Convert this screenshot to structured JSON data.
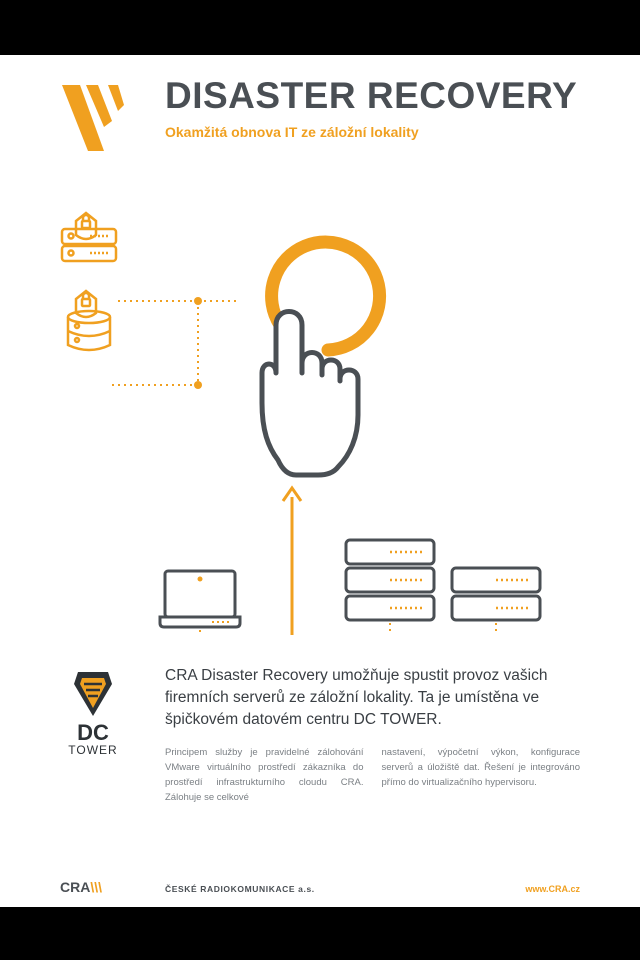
{
  "header": {
    "title": "DISASTER RECOVERY",
    "subtitle": "Okamžitá obnova IT ze záložní lokality"
  },
  "content": {
    "lead": "CRA Disaster Recovery umožňuje spustit provoz vašich firemních serverů ze záložní lokality. Ta je umístěna ve špičkovém datovém centru DC TOWER.",
    "col1": "Principem služby je pravidelné zálohování VMware virtuálního prostředí zákazníka do prostředí infrastrukturního cloudu CRA. Zálohuje se celkové",
    "col2": "nastavení, výpočetní výkon, konfigurace serverů a úložiště dat. Řešení je integrováno přímo do virtualizačního hypervisoru."
  },
  "dc_logo": {
    "line1": "DC",
    "line2": "TOWER"
  },
  "footer": {
    "logo": "CRA",
    "company": "ČESKÉ RADIOKOMUNIKACE a.s.",
    "web": "www.CRA.cz"
  },
  "colors": {
    "accent": "#f0a020",
    "dark": "#4a4f54"
  }
}
